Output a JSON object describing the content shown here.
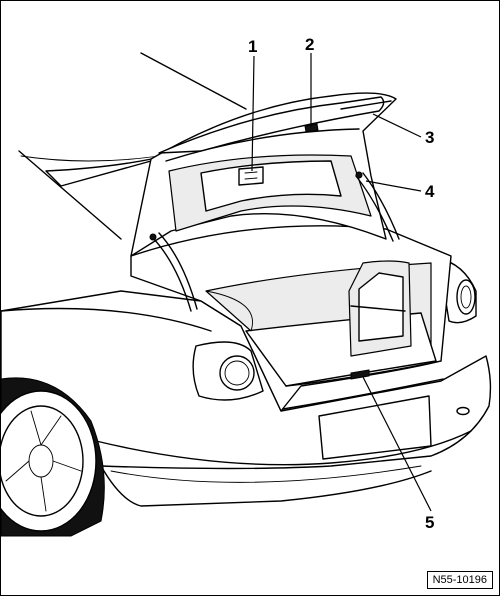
{
  "diagram": {
    "callouts": [
      {
        "id": "1",
        "label": "1"
      },
      {
        "id": "2",
        "label": "2"
      },
      {
        "id": "3",
        "label": "3"
      },
      {
        "id": "4",
        "label": "4"
      },
      {
        "id": "5",
        "label": "5"
      }
    ],
    "reference_code": "N55-10196"
  }
}
